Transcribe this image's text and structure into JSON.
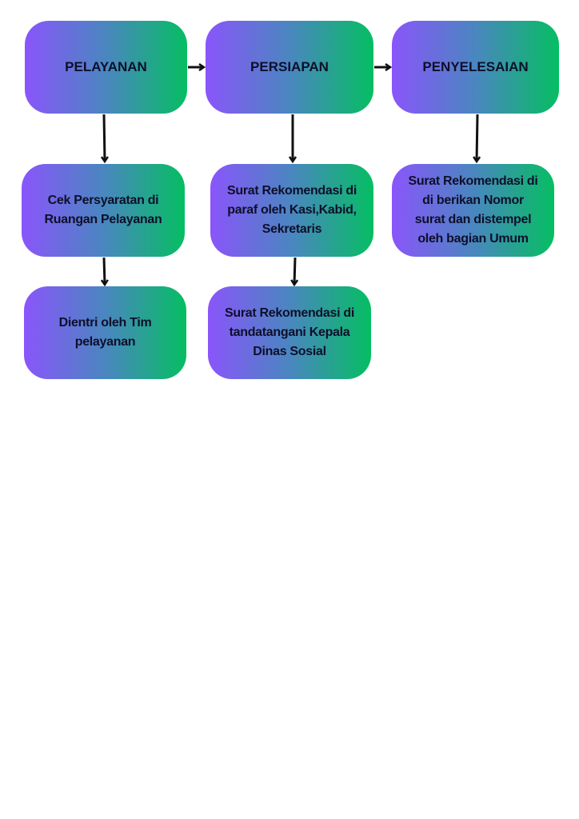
{
  "stages": [
    {
      "title": "PELAYANAN",
      "steps": [
        "Cek Persyaratan di\nRuangan Pelayanan",
        "Dientri oleh Tim\npelayanan"
      ]
    },
    {
      "title": "PERSIAPAN",
      "steps": [
        "Surat Rekomendasi di\nparaf oleh Kasi,Kabid,\nSekretaris",
        "Surat Rekomendasi di\ntandatangani Kepala\nDinas Sosial"
      ]
    },
    {
      "title": "PENYELESAIAN",
      "steps": [
        "Surat Rekomendasi di\ndi berikan Nomor\nsurat dan distempel\noleh bagian Umum"
      ]
    }
  ],
  "colors": {
    "gradient_start": "#8a55fb",
    "gradient_end": "#05be62",
    "text": "#0e0f2a",
    "arrow": "#111111"
  }
}
